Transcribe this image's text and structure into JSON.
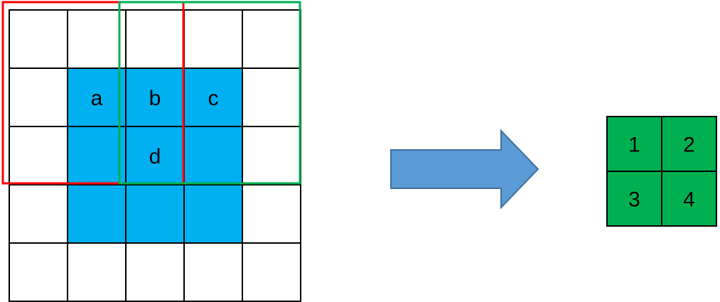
{
  "input_grid": {
    "rows": 5,
    "cols": 5,
    "colors": {
      "filled": "#00b0f0",
      "empty": "#ffffff",
      "line": "#000000"
    },
    "cells": [
      [
        0,
        0,
        0,
        0,
        0
      ],
      [
        0,
        1,
        1,
        1,
        0
      ],
      [
        0,
        1,
        1,
        1,
        0
      ],
      [
        0,
        1,
        1,
        1,
        0
      ],
      [
        0,
        0,
        0,
        0,
        0
      ]
    ],
    "labels": [
      {
        "row": 1,
        "col": 1,
        "text": "a"
      },
      {
        "row": 1,
        "col": 2,
        "text": "b"
      },
      {
        "row": 1,
        "col": 3,
        "text": "c"
      },
      {
        "row": 2,
        "col": 2,
        "text": "d"
      }
    ]
  },
  "windows": [
    {
      "name": "red-window",
      "color": "#ff0000",
      "row_start": 0,
      "col_start": 0,
      "size": 3
    },
    {
      "name": "green-window",
      "color": "#00b050",
      "row_start": 0,
      "col_start": 2,
      "size": 3
    }
  ],
  "arrow": {
    "fill": "#5b9bd5",
    "stroke": "#41719c",
    "icon": "right-arrow-icon"
  },
  "output_grid": {
    "rows": 2,
    "cols": 2,
    "colors": {
      "fill": "#00b050",
      "line": "#000000"
    },
    "labels": [
      "1",
      "2",
      "3",
      "4"
    ]
  }
}
